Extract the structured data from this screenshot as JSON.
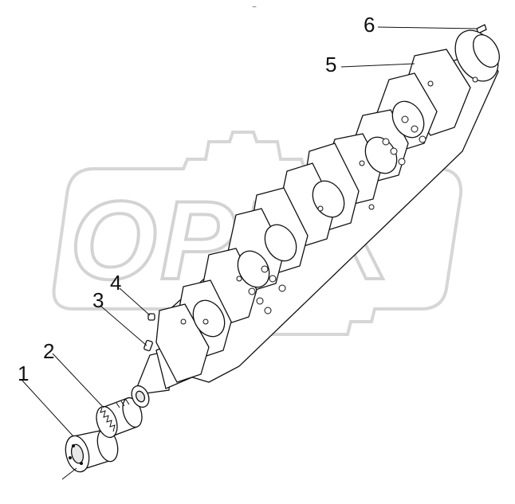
{
  "diagram": {
    "corner_mark": "~",
    "watermark_text": "OPEX",
    "callouts": [
      {
        "id": "1",
        "label": "1"
      },
      {
        "id": "2",
        "label": "2"
      },
      {
        "id": "3",
        "label": "3"
      },
      {
        "id": "4",
        "label": "4"
      },
      {
        "id": "5",
        "label": "5"
      },
      {
        "id": "6",
        "label": "6"
      }
    ]
  }
}
